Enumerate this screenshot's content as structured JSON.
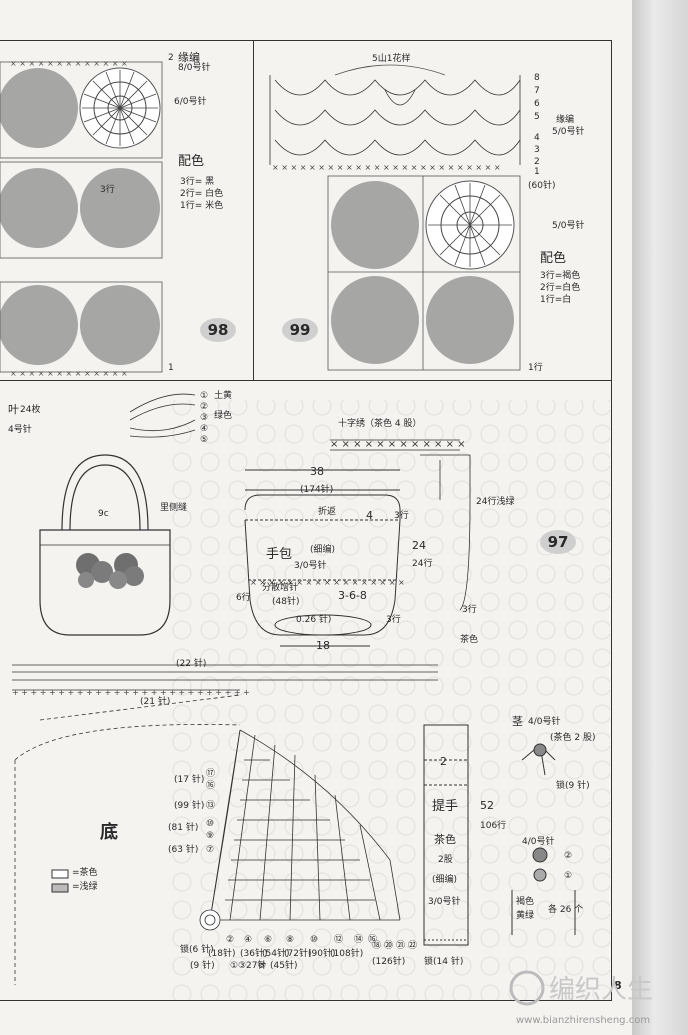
{
  "page_number": "8",
  "pattern_98": {
    "number": "98",
    "edging_label": "缘编\n8/0号针",
    "hook_label": "6/0号针",
    "color_title": "配色",
    "color_rows": [
      "3行= 黑",
      "2行= 白色",
      "1行= 米色"
    ],
    "row_3": "3行",
    "row_marks": [
      "2",
      "1"
    ]
  },
  "pattern_99": {
    "number": "99",
    "top_label": "5山1花样",
    "row_numbers": [
      "8",
      "7",
      "6",
      "5",
      "4",
      "3",
      "2",
      "1"
    ],
    "edging_label": "缘编\n5/0号针",
    "count_label": "(60针)",
    "hook_label": "5/0号针",
    "color_title": "配色",
    "color_rows": [
      "3行=褐色",
      "2行=白色",
      "1行=白"
    ],
    "first_row": "1行"
  },
  "pattern_97": {
    "number": "97",
    "leaf_label": "叶",
    "leaf_count": "24枚",
    "leaf_hook": "4号针",
    "leaf_rows": [
      "①",
      "②",
      "③",
      "④",
      "⑤"
    ],
    "leaf_colors": [
      "土黄",
      "绿色"
    ],
    "cross_stitch": "十字绣（茶色 4 股）",
    "width_38": "38",
    "count_174": "(174针)",
    "fold": "折返",
    "fold_4": "4",
    "fold_rows": "3行",
    "rows_24_left": "24",
    "rows_24_right": "24行",
    "light_green": "24行浅绿",
    "bag_label": "手包",
    "bag_yarn": "(细编)",
    "bag_hook": "3/0号针",
    "increase_label": "分散增针",
    "increase_count": "(48针)",
    "increase_nums": "3-6-8",
    "rows_6": "6行",
    "bottom_26": "0.26 针)",
    "bottom_18": "18",
    "rows_3": "3行",
    "rows_3b": "3行",
    "tea_label": "茶色",
    "handle_width": "9c",
    "inside_label": "里侧缝",
    "chain_22": "(22 针)",
    "chain_21": "(21 针)",
    "bottom_label": "底",
    "legend": [
      "=茶色",
      "=浅绿"
    ],
    "left_counts": [
      "(17 针)",
      "(99 针)",
      "(81 针)",
      "(63 针)"
    ],
    "left_rows": [
      "⑰",
      "⑯",
      "⑬",
      "⑩",
      "⑨",
      "⑦"
    ],
    "chain_6": "锁(6 针)",
    "chain_9": "(9 针)",
    "bottom_rows": [
      "②",
      "④",
      "⑥",
      "⑧",
      "⑩",
      "⑫",
      "⑭",
      "⑯",
      "⑱",
      "⑳",
      "㉑",
      "㉒"
    ],
    "bottom_counts": [
      "(18针)",
      "(36针)",
      "(54针)",
      "(72针)",
      "(90针)",
      "(108针)",
      "(126针)"
    ],
    "bottom_rows_b": [
      "①",
      "③",
      "⑤"
    ],
    "bottom_counts_b": [
      "27针",
      "(45针)"
    ],
    "handle_title": "提手",
    "handle_2": "2",
    "handle_52": "52",
    "handle_106": "106行",
    "handle_color": "茶色",
    "handle_strands": "2股",
    "handle_yarn": "(细编)",
    "handle_hook": "3/0号针",
    "handle_chain": "锁(14 针)",
    "stem_title": "茎",
    "stem_hook": "4/0号针",
    "stem_color": "(茶色 2 股)",
    "stem_chain": "锁(9 针)",
    "flower_hook": "4/0号针",
    "flower_rows": [
      "②",
      "①"
    ],
    "flower_colors": [
      "褐色",
      "黄绿"
    ],
    "flower_count": "各 26 个"
  },
  "watermark": {
    "brand": "编织人生",
    "url": "www.bianzhirensheng.com"
  }
}
